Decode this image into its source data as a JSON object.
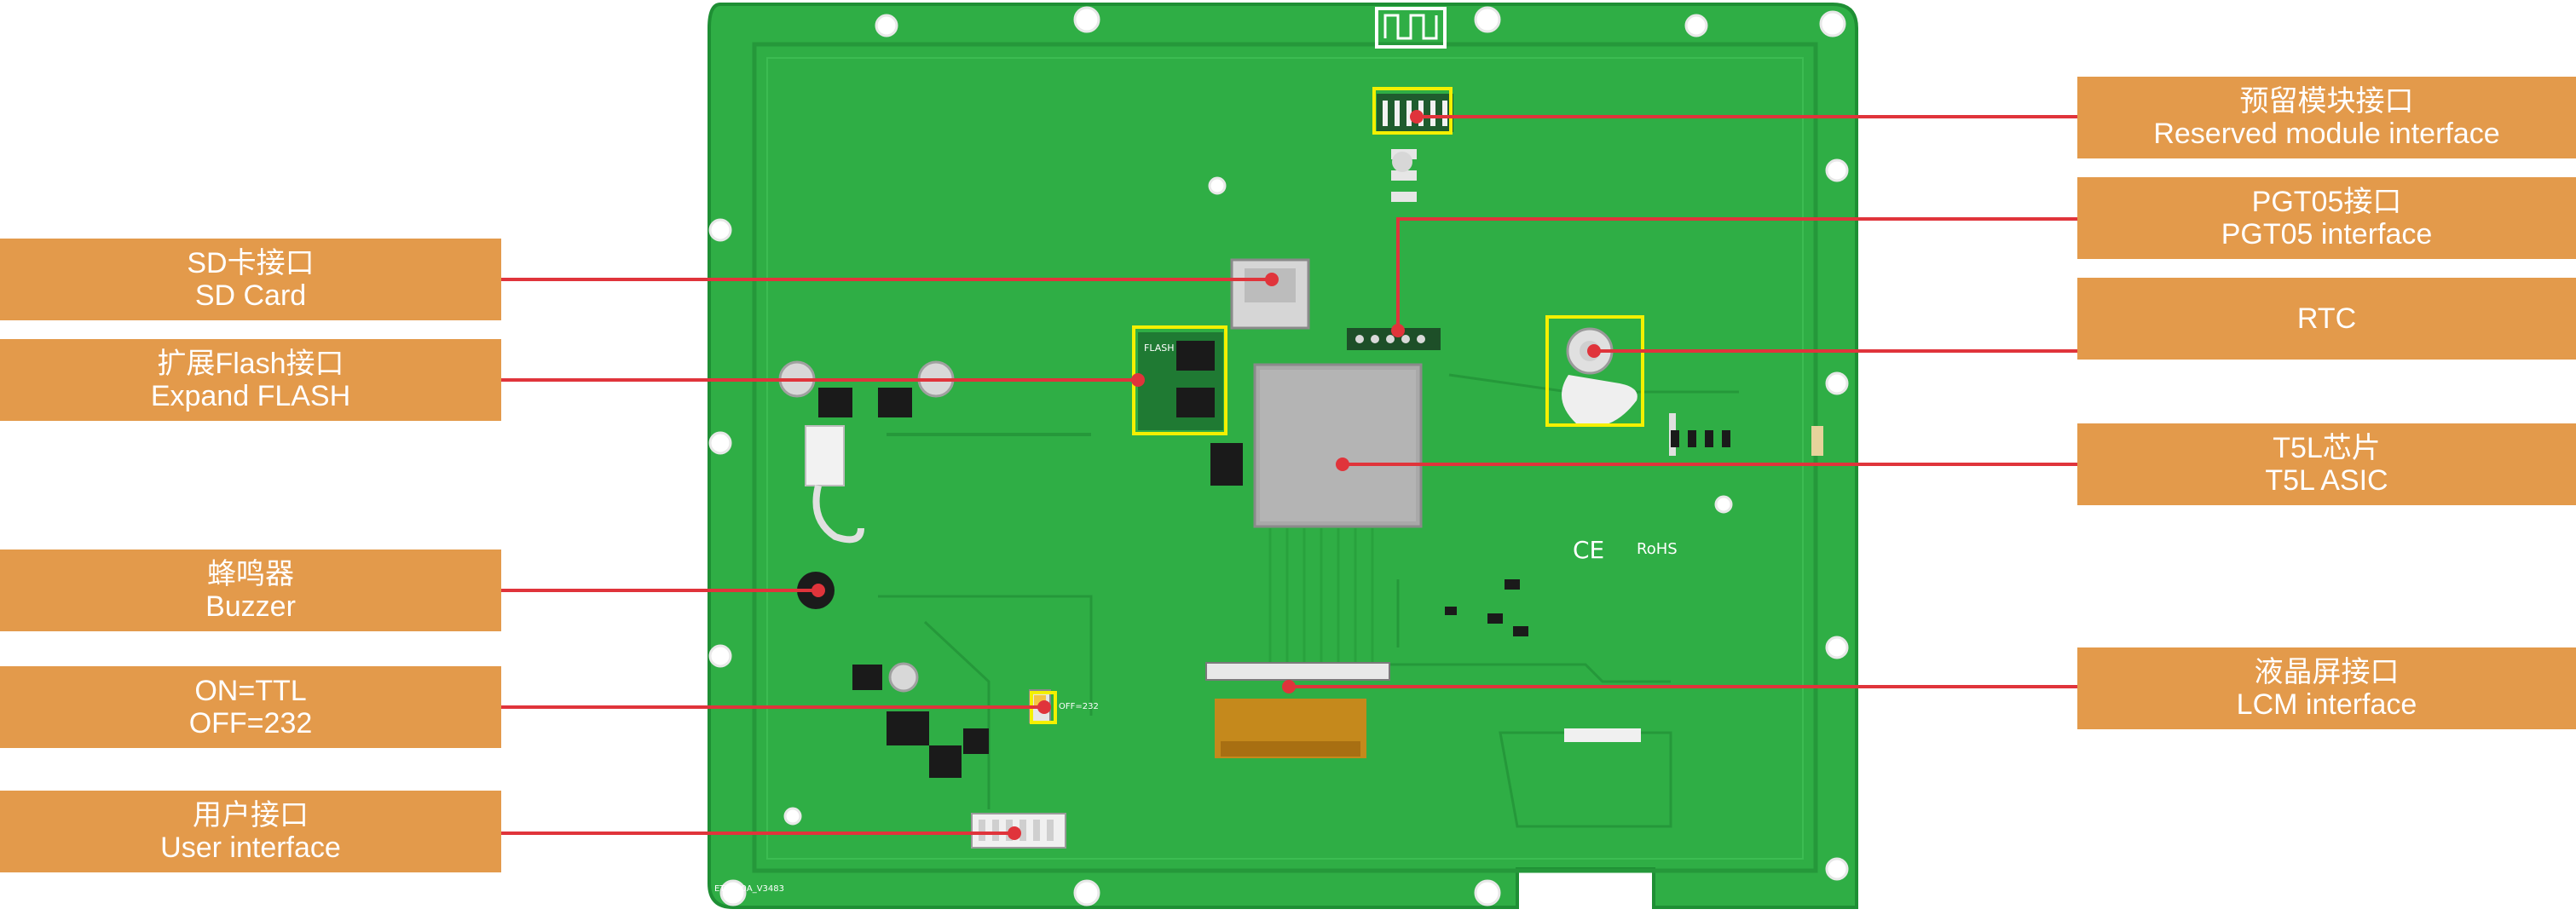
{
  "colors": {
    "background": "#ffffff",
    "pcb": "#2fae45",
    "pcb_edge": "#1e8f34",
    "label_box": "#e39a4b",
    "label_text": "#ffffff",
    "leader_line": "#e0343b",
    "highlight_box": "#f4f000",
    "chip": "#a9a9a9"
  },
  "callouts": {
    "sd_card": {
      "cn": "SD卡接口",
      "en": "SD Card"
    },
    "expand_flash": {
      "cn": "扩展Flash接口",
      "en": "Expand FLASH"
    },
    "buzzer": {
      "cn": "蜂鸣器",
      "en": "Buzzer"
    },
    "ttl_switch": {
      "cn": "ON=TTL",
      "en": "OFF=232"
    },
    "user_interface": {
      "cn": "用户接口",
      "en": "User interface"
    },
    "reserved_module": {
      "cn": "预留模块接口",
      "en": "Reserved module interface"
    },
    "pgt05": {
      "cn": "PGT05接口",
      "en": "PGT05 interface"
    },
    "rtc": {
      "cn": "RTC",
      "en": ""
    },
    "t5l_chip": {
      "cn": "T5L芯片",
      "en": "T5L ASIC"
    },
    "lcm": {
      "cn": "液晶屏接口",
      "en": "LCM interface"
    }
  },
  "board_marks": {
    "cert": "CE",
    "rohs": "RoHS",
    "flash_silk": "FLASH",
    "switch_silk": "OFF=232",
    "pcb_code": "ET9820A_V3483"
  }
}
